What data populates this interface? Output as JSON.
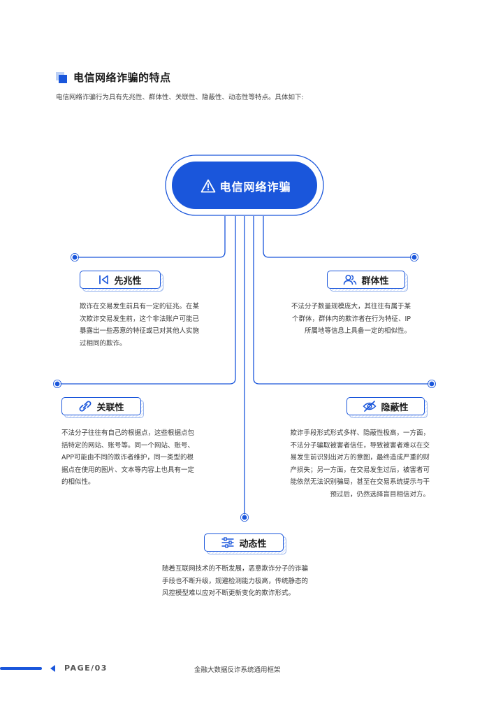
{
  "header": {
    "title": "电信网络诈骗的特点",
    "intro": "电信网络诈骗行为具有先兆性、群体性、关联性、隐蔽性、动态性等特点。具体如下:"
  },
  "center": {
    "label": "电信网络诈骗",
    "icon": "warning-icon"
  },
  "traits": [
    {
      "name": "先兆性",
      "icon": "skip-back-icon",
      "lines": [
        "欺诈在交易发生前具有一定的征兆。在某",
        "次欺诈交易发生前，这个非法账户可能已",
        "暴露出一些恶意的特征或已对其他人实施",
        "过相同的欺诈。"
      ]
    },
    {
      "name": "群体性",
      "icon": "group-icon",
      "lines": [
        "不法分子数量规模庞大，其往往有属于某",
        "个群体，群体内的欺诈者在行为特征、IP",
        "所属地等信息上具备一定的相似性。"
      ]
    },
    {
      "name": "关联性",
      "icon": "link-icon",
      "lines": [
        "不法分子往往有自己的根据点，这些根据点包",
        "括特定的网站、账号等。同一个网站、账号、",
        "APP可能由不同的欺诈者维护，同一类型的根",
        "据点在使用的图片、文本等内容上也具有一定",
        "的相似性。"
      ]
    },
    {
      "name": "隐蔽性",
      "icon": "eye-off-icon",
      "lines": [
        "欺诈手段形式形式多样、隐蔽性极高，一方面，",
        "不法分子骗取被害者信任，导致被害者难以在交",
        "易发生前识别出对方的意图，最终造成严重的财",
        "产损失；另一方面，在交易发生过后，被害者可",
        "能依然无法识别骗局，甚至在交易系统提示与干",
        "预过后，仍然选择盲目相信对方。"
      ]
    },
    {
      "name": "动态性",
      "icon": "sliders-icon",
      "lines": [
        "随着互联网技术的不断发展，恶意欺诈分子的诈骗",
        "手段也不断升级，规避检测能力极高，传统静态的",
        "风控模型难以应对不断更新变化的欺诈形式。"
      ]
    }
  ],
  "footer": {
    "page": "PAGE/03",
    "doc_title": "金融大数据反诈系统通用框架"
  },
  "colors": {
    "accent": "#1a56db",
    "light_accent": "#bcd0f5",
    "text": "#3a3a3a"
  }
}
